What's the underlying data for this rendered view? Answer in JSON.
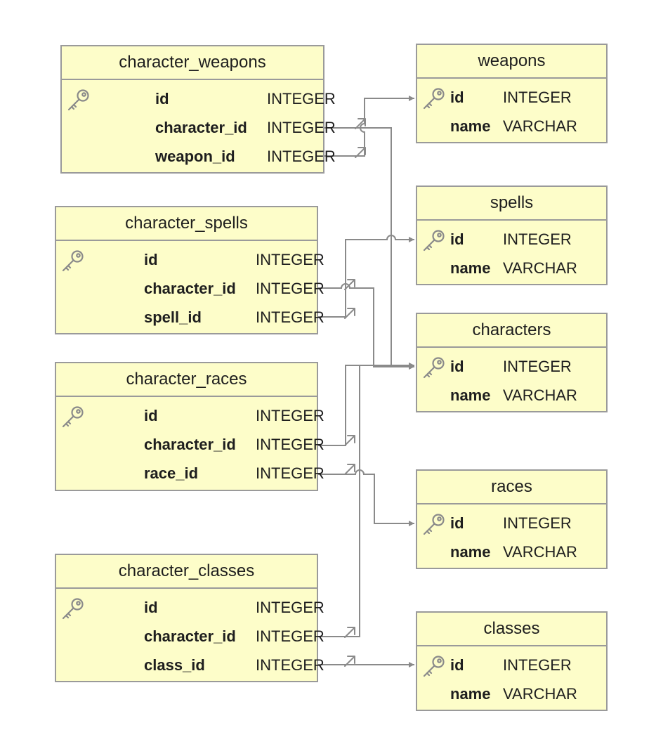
{
  "tables": {
    "character_weapons": {
      "title": "character_weapons",
      "columns": [
        {
          "name": "id",
          "type": "INTEGER",
          "icon": "primary-key-icon"
        },
        {
          "name": "character_id",
          "type": "INTEGER",
          "icon": "foreign-key-arrow-icon"
        },
        {
          "name": "weapon_id",
          "type": "INTEGER",
          "icon": "foreign-key-arrow-icon"
        }
      ]
    },
    "character_spells": {
      "title": "character_spells",
      "columns": [
        {
          "name": "id",
          "type": "INTEGER",
          "icon": "primary-key-icon"
        },
        {
          "name": "character_id",
          "type": "INTEGER",
          "icon": "foreign-key-arrow-icon"
        },
        {
          "name": "spell_id",
          "type": "INTEGER",
          "icon": "foreign-key-arrow-icon"
        }
      ]
    },
    "character_races": {
      "title": "character_races",
      "columns": [
        {
          "name": "id",
          "type": "INTEGER",
          "icon": "primary-key-icon"
        },
        {
          "name": "character_id",
          "type": "INTEGER",
          "icon": "foreign-key-arrow-icon"
        },
        {
          "name": "race_id",
          "type": "INTEGER",
          "icon": "foreign-key-arrow-icon"
        }
      ]
    },
    "character_classes": {
      "title": "character_classes",
      "columns": [
        {
          "name": "id",
          "type": "INTEGER",
          "icon": "primary-key-icon"
        },
        {
          "name": "character_id",
          "type": "INTEGER",
          "icon": "foreign-key-arrow-icon"
        },
        {
          "name": "class_id",
          "type": "INTEGER",
          "icon": "foreign-key-arrow-icon"
        }
      ]
    },
    "weapons": {
      "title": "weapons",
      "columns": [
        {
          "name": "id",
          "type": "INTEGER",
          "icon": "primary-key-icon"
        },
        {
          "name": "name",
          "type": "VARCHAR"
        }
      ]
    },
    "spells": {
      "title": "spells",
      "columns": [
        {
          "name": "id",
          "type": "INTEGER",
          "icon": "primary-key-icon"
        },
        {
          "name": "name",
          "type": "VARCHAR"
        }
      ]
    },
    "characters": {
      "title": "characters",
      "columns": [
        {
          "name": "id",
          "type": "INTEGER",
          "icon": "primary-key-icon"
        },
        {
          "name": "name",
          "type": "VARCHAR"
        }
      ]
    },
    "races": {
      "title": "races",
      "columns": [
        {
          "name": "id",
          "type": "INTEGER",
          "icon": "primary-key-icon"
        },
        {
          "name": "name",
          "type": "VARCHAR"
        }
      ]
    },
    "classes": {
      "title": "classes",
      "columns": [
        {
          "name": "id",
          "type": "INTEGER",
          "icon": "primary-key-icon"
        },
        {
          "name": "name",
          "type": "VARCHAR"
        }
      ]
    }
  },
  "relationships": [
    {
      "from": "character_weapons.character_id",
      "to": "characters.id"
    },
    {
      "from": "character_weapons.weapon_id",
      "to": "weapons.id"
    },
    {
      "from": "character_spells.character_id",
      "to": "characters.id"
    },
    {
      "from": "character_spells.spell_id",
      "to": "spells.id"
    },
    {
      "from": "character_races.character_id",
      "to": "characters.id"
    },
    {
      "from": "character_races.race_id",
      "to": "races.id"
    },
    {
      "from": "character_classes.character_id",
      "to": "characters.id"
    },
    {
      "from": "character_classes.class_id",
      "to": "classes.id"
    }
  ],
  "colors": {
    "table_fill": "#fdfdc9",
    "table_border": "#9a9a9a",
    "edge": "#8a8a8a",
    "text": "#1e1e1e"
  }
}
